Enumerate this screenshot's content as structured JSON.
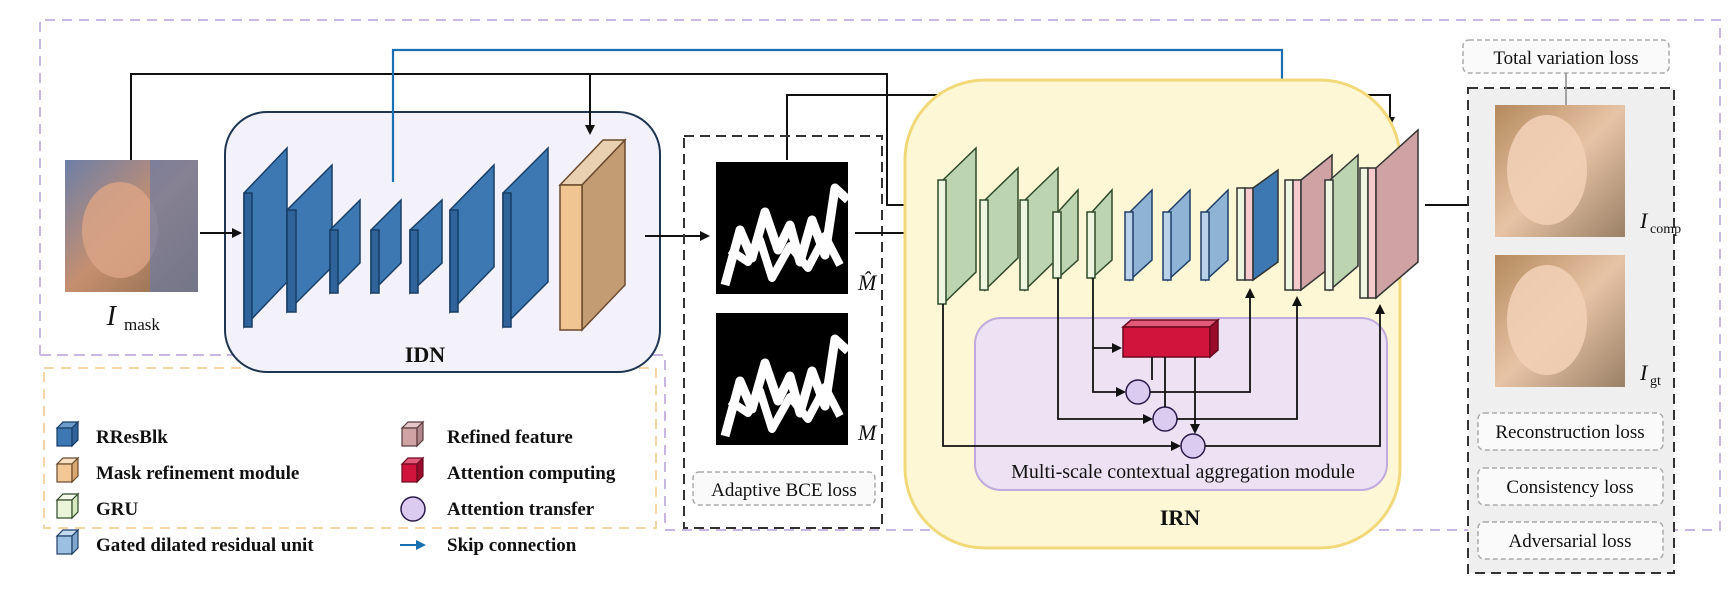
{
  "labels": {
    "input": "I",
    "input_sub": "mask",
    "idn": "IDN",
    "irn": "IRN",
    "mscam": "Multi-scale contextual aggregation module",
    "m_hat": "M̂",
    "m": "M",
    "adaptive_bce": "Adaptive BCE loss",
    "tv_loss": "Total variation loss",
    "comp": "I",
    "comp_sub": "comp",
    "gt": "I",
    "gt_sub": "gt"
  },
  "losses": [
    "Reconstruction loss",
    "Consistency loss",
    "Adversarial loss"
  ],
  "legend": [
    {
      "name": "rresblk",
      "label": "RResBlk",
      "color": "#3d78b2"
    },
    {
      "name": "mask-refinement",
      "label": "Mask refinement module",
      "color": "#f3c896"
    },
    {
      "name": "gru",
      "label": "GRU",
      "color": "#eaf4d8"
    },
    {
      "name": "gated-dilated",
      "label": "Gated dilated residual unit",
      "color": "#9cc0e0"
    },
    {
      "name": "refined-feature",
      "label": "Refined feature",
      "color": "#cfa2a4"
    },
    {
      "name": "attention-computing",
      "label": "Attention computing",
      "color": "#d0143c"
    },
    {
      "name": "attention-transfer",
      "label": "Attention transfer",
      "color": "#dccbf0"
    },
    {
      "name": "skip-connection",
      "label": "Skip connection",
      "color": "#1a6fb0"
    }
  ],
  "colors": {
    "rresblk": "#3d78b2",
    "mask_refine": "#cda882",
    "gru": "#c2d8b6",
    "gated": "#8fb3d4",
    "refined": "#cfa2a4",
    "attention": "#d0143c",
    "skip": "#1a6fb0",
    "idn_bg": "#f3f1f9",
    "irn_bg": "#fdf7d5",
    "msca_bg": "#ece2f4"
  }
}
